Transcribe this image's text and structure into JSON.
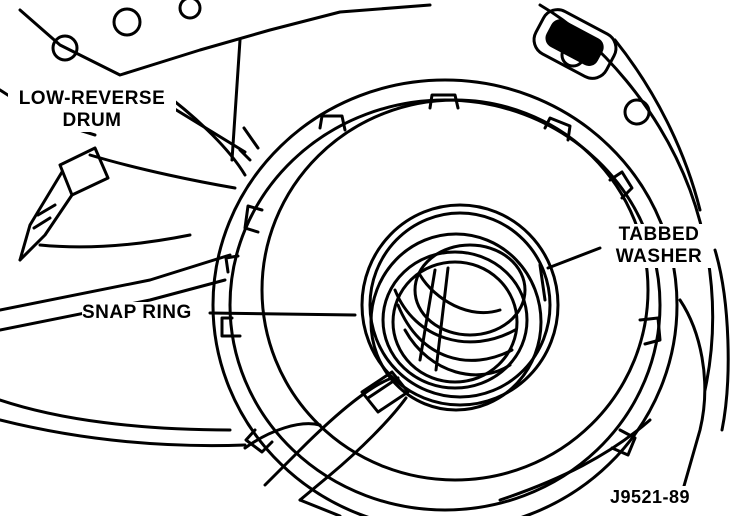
{
  "labels": {
    "low_reverse_drum": [
      "LOW-REVERSE",
      "DRUM"
    ],
    "tabbed_washer": [
      "TABBED",
      "WASHER"
    ],
    "snap_ring": "SNAP RING",
    "figure_id": "J9521-89"
  },
  "colors": {
    "ink": "#000000",
    "paper": "#ffffff"
  }
}
